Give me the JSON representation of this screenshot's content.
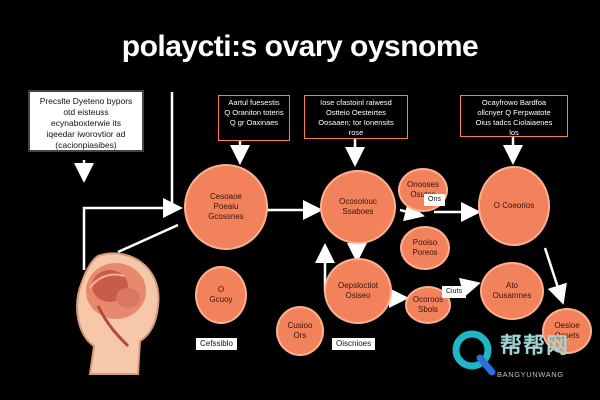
{
  "title": "polaycti:s ovary oysnome",
  "top_left_box": [
    "Precslte Dyeteno bypors",
    "otd eisteuss ecynaboxterwie its",
    "iqeedar iworovtior ad",
    "(cacionpiasibes)"
  ],
  "boxes": [
    {
      "id": "box-left",
      "lines": [
        "Aartul fuesestis",
        "Q Oraniton toteris",
        "Q gr Oaxinaes"
      ]
    },
    {
      "id": "box-mid",
      "lines": [
        "Iose cfastoinl raiwesd",
        "Ostteio Oesteirtes",
        "Oosaaen; tor Ionensits",
        "rose"
      ]
    },
    {
      "id": "box-right",
      "lines": [
        "Ocayfrowo Bardfoa",
        "ollcnyer Q Ferpwatote",
        "Oius tadcs Ciolaiaenes",
        "los"
      ]
    }
  ],
  "nodes": [
    {
      "id": "node-a",
      "lines": [
        "Cesoaoe",
        "Poeaiu",
        "Gcossnes"
      ]
    },
    {
      "id": "node-b",
      "lines": [
        "Ocosolouc",
        "Ssaboes"
      ]
    },
    {
      "id": "node-c",
      "lines": [
        "O",
        "Gcuoy"
      ]
    },
    {
      "id": "node-d",
      "lines": [
        "Onooses",
        "Osutos"
      ]
    },
    {
      "id": "node-e",
      "lines": [
        "Pooiso",
        "Poreos"
      ]
    },
    {
      "id": "node-f",
      "lines": [
        "Oepsloctiot",
        "Osiseo"
      ]
    },
    {
      "id": "node-g",
      "lines": [
        "Cusioo",
        "Ors"
      ]
    },
    {
      "id": "node-h",
      "lines": [
        "Ocoroos",
        "Sbols"
      ]
    },
    {
      "id": "node-i",
      "lines": [
        "O Coeorios"
      ]
    },
    {
      "id": "node-j",
      "lines": [
        "Ato",
        "Ousamnes"
      ]
    },
    {
      "id": "node-k",
      "lines": [
        "Oesioe",
        "Ocsets"
      ]
    }
  ],
  "chips": {
    "bottom_left": "Cefssiblo",
    "bottom_mid": "Oiscnioes",
    "mid_small": "Ciuts",
    "right_small": "Ons"
  },
  "watermark": {
    "text": "帮帮网",
    "sub": "BANGYUNWANG"
  },
  "colors": {
    "node_fill": "#f2825c",
    "node_border": "#ffb08f",
    "box_border": "#ff7a4d",
    "background": "#000000"
  }
}
